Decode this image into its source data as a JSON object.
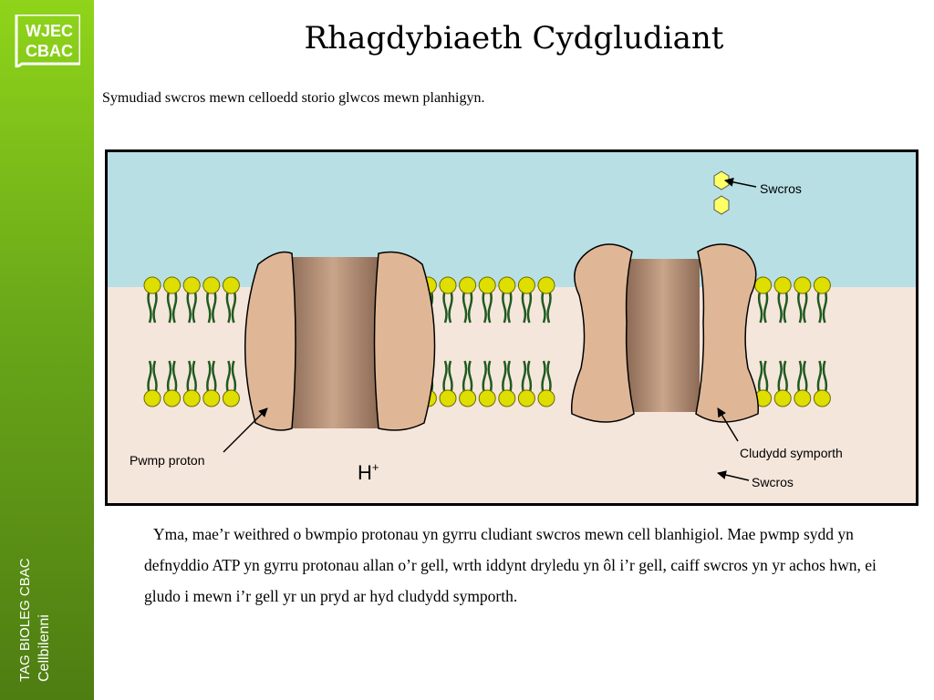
{
  "sidebar": {
    "logo_line1": "WJEC",
    "logo_line2": "CBAC",
    "course_label": "TAG BIOLEG CBAC",
    "unit_label": "Cellbilenni",
    "color_top": "#8fd41a",
    "color_bottom": "#4e7d12"
  },
  "slide": {
    "title": "Rhagdybiaeth Cydgludiant",
    "subtitle": "Symudiad swcros mewn celloedd storio glwcos mewn planhigyn.",
    "caption": "Yma, mae’r weithred o bwmpio protonau yn gyrru cludiant swcros mewn cell blanhigiol. Mae pwmp sydd yn defnyddio ATP yn gyrru protonau allan o’r gell, wrth iddynt dryledu yn ôl i’r gell, caiff swcros yn yr achos hwn, ei gludo i mewn i’r gell yr un pryd ar hyd cludydd symporth."
  },
  "diagram": {
    "labels": {
      "sucrose_top": "Swcros",
      "proton_pump": "Pwmp proton",
      "proton": "H",
      "proton_charge": "+",
      "symporter": "Cludydd symporth",
      "sucrose_bottom": "Swcros"
    },
    "colors": {
      "outside": "#b8e0e4",
      "inside": "#f5e6dc",
      "phospholipid_head": "#dede00",
      "phospholipid_tail": "#1f5a1f",
      "protein": "#dfb797",
      "protein_channel": "#a9826a",
      "sucrose": "#ffff66"
    },
    "icons": [
      "sucrose-hexagon-icon",
      "phospholipid-icon",
      "arrow-icon"
    ]
  }
}
